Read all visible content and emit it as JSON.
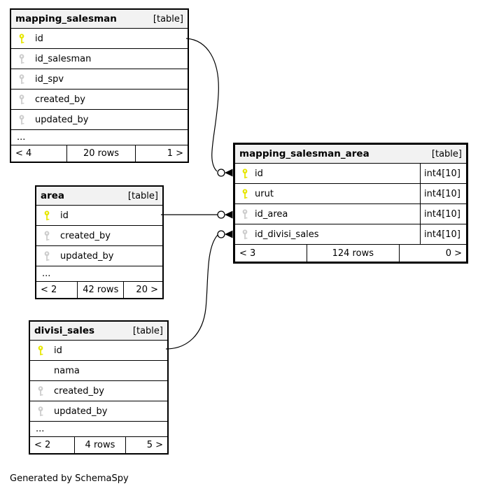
{
  "diagram": {
    "generated_note": "Generated by SchemaSpy",
    "colors": {
      "primary_key_icon": "#e6e600",
      "secondary_key_icon": "#cdcdcd",
      "header_bg": "#f2f2f2",
      "border": "#000000"
    },
    "tables": [
      {
        "name": "mapping_salesman",
        "badge": "[table]",
        "columns": [
          {
            "name": "id",
            "key": "primary"
          },
          {
            "name": "id_salesman",
            "key": "index"
          },
          {
            "name": "id_spv",
            "key": "index"
          },
          {
            "name": "created_by",
            "key": "index"
          },
          {
            "name": "updated_by",
            "key": "index"
          }
        ],
        "more": "...",
        "pager": {
          "left": "< 4",
          "center": "20 rows",
          "right": "1 >"
        }
      },
      {
        "name": "mapping_salesman_area",
        "badge": "[table]",
        "columns": [
          {
            "name": "id",
            "key": "primary",
            "type": "int4[10]"
          },
          {
            "name": "urut",
            "key": "primary",
            "type": "int4[10]"
          },
          {
            "name": "id_area",
            "key": "index",
            "type": "int4[10]"
          },
          {
            "name": "id_divisi_sales",
            "key": "index",
            "type": "int4[10]"
          }
        ],
        "pager": {
          "left": "< 3",
          "center": "124 rows",
          "right": "0 >"
        }
      },
      {
        "name": "area",
        "badge": "[table]",
        "columns": [
          {
            "name": "id",
            "key": "primary"
          },
          {
            "name": "created_by",
            "key": "index"
          },
          {
            "name": "updated_by",
            "key": "index"
          }
        ],
        "more": "...",
        "pager": {
          "left": "< 2",
          "center": "42 rows",
          "right": "20 >"
        }
      },
      {
        "name": "divisi_sales",
        "badge": "[table]",
        "columns": [
          {
            "name": "id",
            "key": "primary"
          },
          {
            "name": "nama",
            "key": "none"
          },
          {
            "name": "created_by",
            "key": "index"
          },
          {
            "name": "updated_by",
            "key": "index"
          }
        ],
        "more": "...",
        "pager": {
          "left": "< 2",
          "center": "4 rows",
          "right": "5 >"
        }
      }
    ],
    "relationships": [
      {
        "from": "mapping_salesman.id",
        "to": "mapping_salesman_area.id"
      },
      {
        "from": "area.id",
        "to": "mapping_salesman_area.id_area"
      },
      {
        "from": "divisi_sales.id",
        "to": "mapping_salesman_area.id_divisi_sales"
      }
    ]
  }
}
